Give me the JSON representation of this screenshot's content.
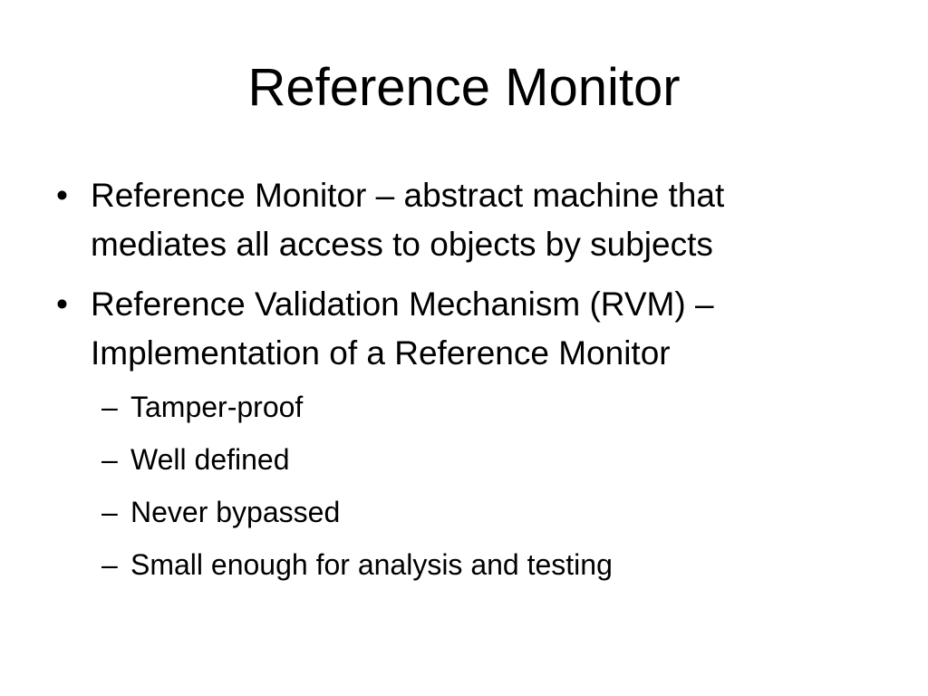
{
  "slide": {
    "title": "Reference Monitor",
    "bullets": [
      {
        "marker": "•",
        "line1": "Reference Monitor – abstract machine that",
        "line2": "mediates all access to objects by subjects"
      },
      {
        "marker": "•",
        "line1": "Reference Validation Mechanism (RVM) –",
        "line2": "Implementation of a Reference Monitor",
        "sub_items": [
          {
            "marker": "–",
            "text": "Tamper-proof"
          },
          {
            "marker": "–",
            "text": "Well defined"
          },
          {
            "marker": "–",
            "text": "Never bypassed"
          },
          {
            "marker": "–",
            "text": "Small enough for analysis and testing"
          }
        ]
      }
    ]
  }
}
